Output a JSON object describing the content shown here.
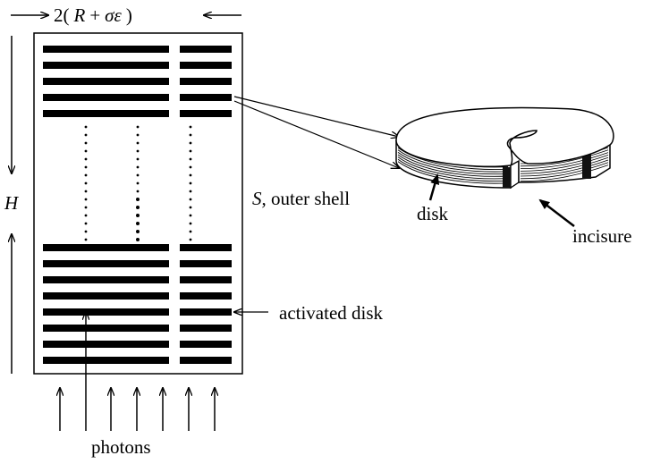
{
  "labels": {
    "width_prefix": "2(",
    "width_R": "R",
    "width_plus": "+",
    "width_sigma_eps": "σε",
    "width_suffix": ")",
    "height_H": "H",
    "outer_shell_S": "S",
    "outer_shell_text": ", outer shell",
    "disk": "disk",
    "incisure": "incisure",
    "activated_disk": "activated disk",
    "photons": "photons"
  },
  "colors": {
    "ink": "#000000",
    "background": "#ffffff"
  }
}
